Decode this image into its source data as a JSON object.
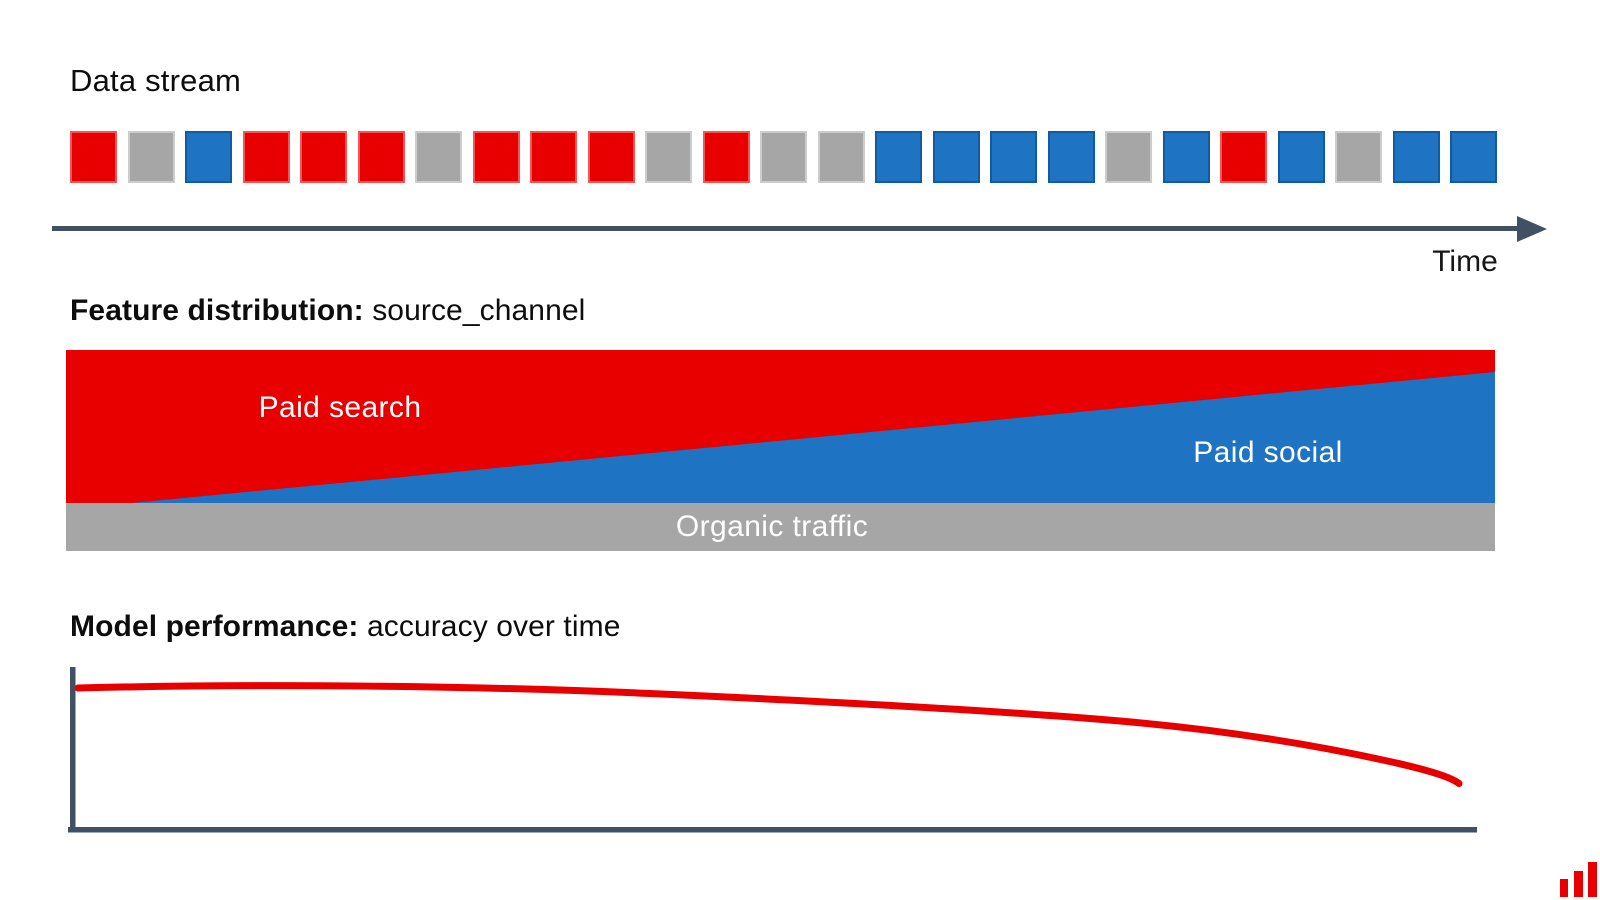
{
  "colors": {
    "red": "#e80000",
    "blue": "#1e73c3",
    "gray": "#a6a6a6",
    "axis": "#415064",
    "label_text": "#ffffff",
    "background": "#ffffff"
  },
  "data_stream": {
    "title": "Data stream",
    "time_label": "Time",
    "squares": [
      "red",
      "gray",
      "blue",
      "red",
      "red",
      "red",
      "gray",
      "red",
      "red",
      "red",
      "gray",
      "red",
      "gray",
      "gray",
      "blue",
      "blue",
      "blue",
      "blue",
      "gray",
      "blue",
      "red",
      "blue",
      "gray",
      "blue",
      "blue"
    ]
  },
  "feature_distribution": {
    "heading_bold": "Feature distribution:",
    "heading_regular": "source_channel",
    "segments": [
      {
        "id": "paid-search",
        "label": "Paid search",
        "color": "#e80000"
      },
      {
        "id": "paid-social",
        "label": "Paid social",
        "color": "#1e73c3"
      },
      {
        "id": "organic-traffic",
        "label": "Organic traffic",
        "color": "#a6a6a6"
      }
    ]
  },
  "model_performance": {
    "heading_bold": "Model performance:",
    "heading_regular": "accuracy over time"
  },
  "chart_data": [
    {
      "type": "area",
      "title": "Feature distribution: source_channel",
      "xlabel": "time (relative 0-1, unlabeled in image)",
      "ylabel": "share of stream (relative, unlabeled in image)",
      "x": [
        0,
        0.167,
        0.333,
        0.5,
        0.667,
        0.833,
        1
      ],
      "series": [
        {
          "name": "Paid search",
          "values_pct": [
            76,
            65,
            54,
            43,
            33,
            22,
            11
          ]
        },
        {
          "name": "Paid social",
          "values_pct": [
            0,
            11,
            22,
            33,
            43,
            54,
            65
          ]
        },
        {
          "name": "Organic traffic",
          "values_pct": [
            24,
            24,
            24,
            24,
            24,
            24,
            24
          ]
        }
      ],
      "legend_position": "labels inside areas",
      "grid": false
    },
    {
      "type": "line",
      "title": "Model performance: accuracy over time",
      "xlabel": "time (relative 0-1, unlabeled in image)",
      "ylabel": "accuracy (relative plot height, no tick labels shown)",
      "series": [
        {
          "name": "accuracy",
          "x": [
            0,
            0.15,
            0.3,
            0.42,
            0.55,
            0.67,
            0.76,
            0.84,
            0.9,
            0.95,
            1
          ],
          "y_rel": [
            0.87,
            0.88,
            0.87,
            0.85,
            0.81,
            0.74,
            0.67,
            0.57,
            0.5,
            0.4,
            0.29
          ]
        }
      ],
      "grid": false
    }
  ],
  "logo": {
    "icon": "three-rising-bars",
    "color": "#e80000"
  }
}
